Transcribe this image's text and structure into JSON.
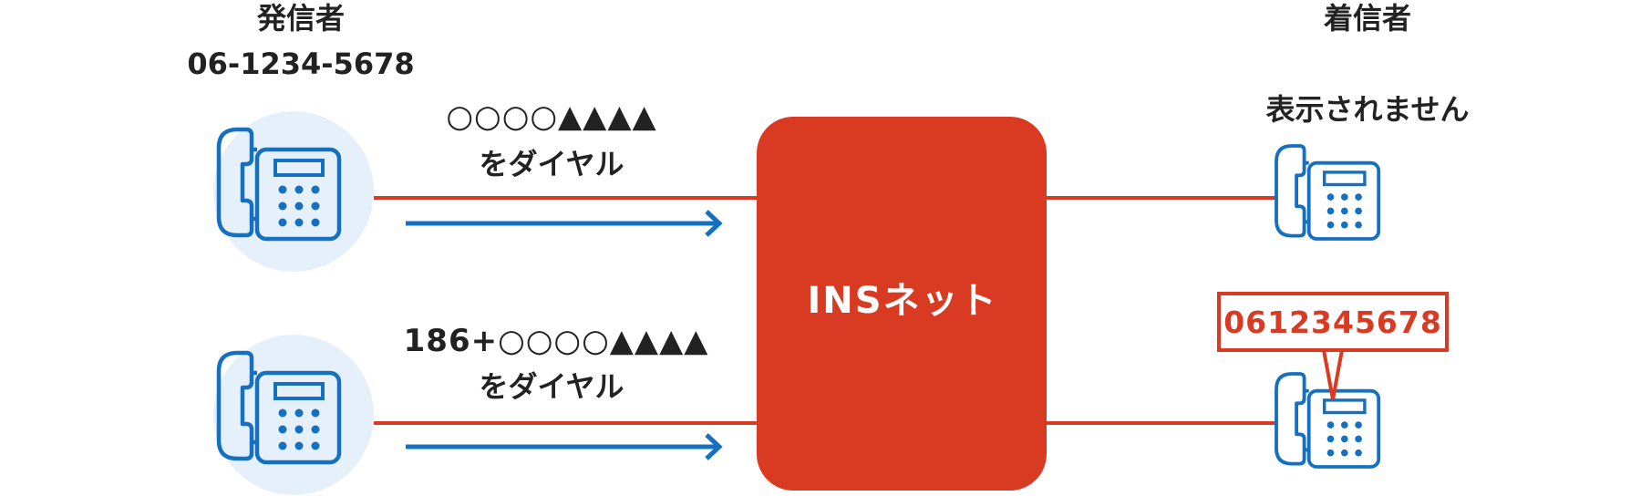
{
  "caller": {
    "title": "発信者",
    "number": "06-1234-5678"
  },
  "callee": {
    "title": "着信者",
    "not_shown_text": "表示されません",
    "shown_number": "0612345678"
  },
  "network": {
    "label": "INSネット"
  },
  "dial_without_prefix": {
    "number": "○○○○▲▲▲▲",
    "action": "をダイヤル"
  },
  "dial_with_prefix": {
    "number": "186+○○○○▲▲▲▲",
    "action": "をダイヤル"
  },
  "colors": {
    "accent_red": "#d93a22",
    "arrow_blue": "#1570c0",
    "phone_circle": "#e6f0fa",
    "phone_stroke": "#1570c0"
  },
  "icons": {
    "phone": "desk-phone-icon",
    "arrow": "right-arrow-icon"
  }
}
